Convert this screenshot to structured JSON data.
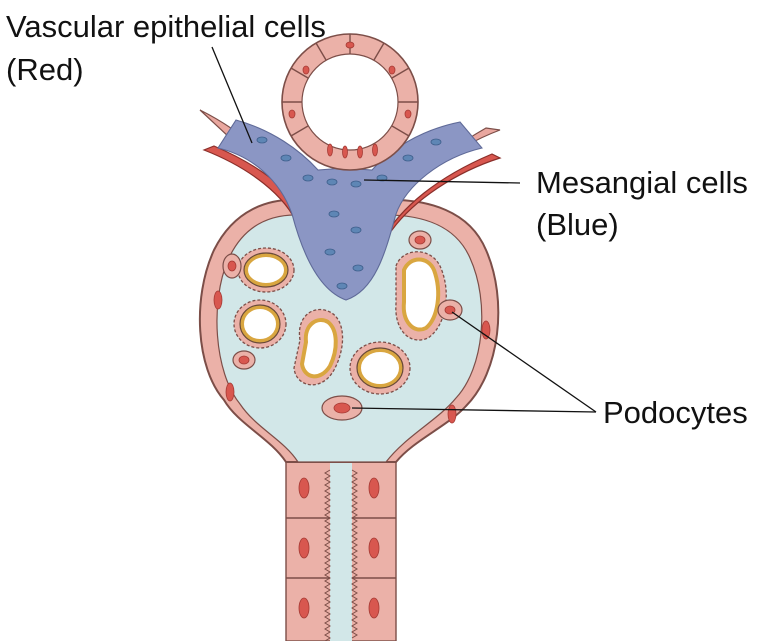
{
  "labels": {
    "vascular_line1": "Vascular epithelial cells",
    "vascular_line2": "(Red)",
    "mesangial_line1": "Mesangial cells",
    "mesangial_line2": "(Blue)",
    "podocytes": "Podocytes"
  },
  "colors": {
    "vascular_epithelial": "#d8574f",
    "mesangial": "#8b96c4",
    "podocyte_cell": "#ebb1a8",
    "bowman_space": "#d2e7e8",
    "capillary_membrane": "#d9a640"
  }
}
